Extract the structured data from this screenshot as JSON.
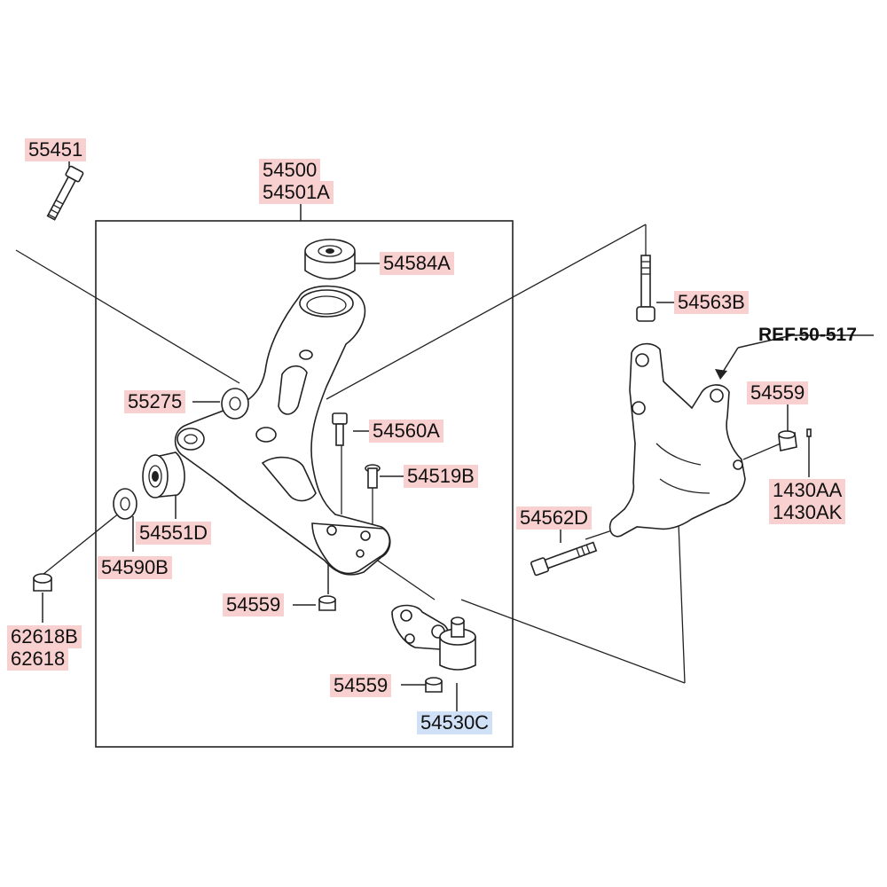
{
  "diagram": {
    "colors": {
      "label_bg": "#f9d0d0",
      "highlight_bg": "#cfe0f7",
      "line": "#222222",
      "background": "#ffffff"
    },
    "reference": "REF.50-517",
    "labels": {
      "p55451": "55451",
      "p54500": "54500",
      "p54501A": "54501A",
      "p54584A": "54584A",
      "p54563B": "54563B",
      "p55275": "55275",
      "p54560A": "54560A",
      "p54519B": "54519B",
      "p54551D": "54551D",
      "p54590B": "54590B",
      "p54559_knuckle": "54559",
      "p1430AA": "1430AA",
      "p1430AK": "1430AK",
      "p54562D": "54562D",
      "p54559_arm": "54559",
      "p62618B": "62618B",
      "p62618": "62618",
      "p54559_joint": "54559",
      "p54530C": "54530C"
    },
    "highlighted_part": "54530C"
  }
}
